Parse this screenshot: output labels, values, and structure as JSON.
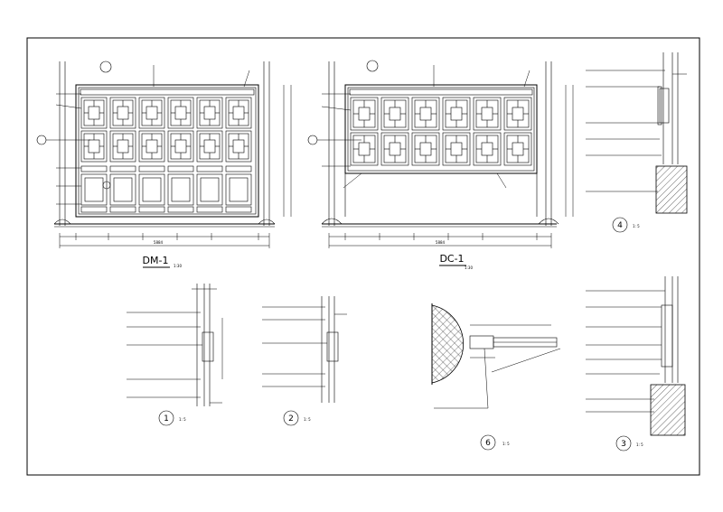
{
  "elevations": {
    "dm": {
      "title": "DM-1",
      "scale": "1:30"
    },
    "dc": {
      "title": "DC-1",
      "scale": "1:30"
    }
  },
  "details": [
    {
      "number": "1",
      "scale": "1: 5"
    },
    {
      "number": "2",
      "scale": "1: 5"
    },
    {
      "number": "3",
      "scale": "1: 5"
    },
    {
      "number": "4",
      "scale": "1: 5"
    },
    {
      "number": "6",
      "scale": "1: 5"
    }
  ],
  "dim_total": "5884",
  "colors": {
    "line": "#000000",
    "background": "#ffffff"
  }
}
